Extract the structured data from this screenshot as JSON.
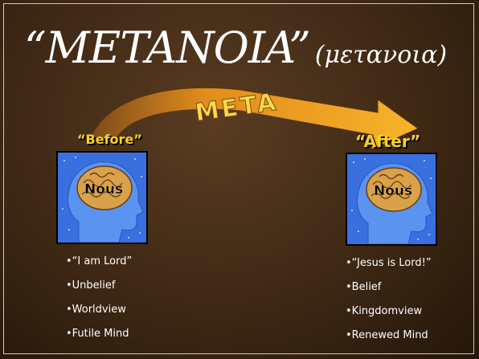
{
  "title": {
    "main": "“METANOIA”",
    "greek": "(μετανοια)"
  },
  "arrow_label": "META",
  "before": {
    "label": "“Before”",
    "brain_label": "Nous",
    "items": [
      "•“I am Lord”",
      "•Unbelief",
      "•Worldview",
      "•Futile Mind"
    ]
  },
  "after": {
    "label": "“After”",
    "brain_label": "Nous",
    "items": [
      "•“Jesus is Lord!”",
      "•Belief",
      "•Kingdomview",
      "•Renewed Mind"
    ]
  },
  "colors": {
    "background": "#3e2814",
    "arrow": "#f2a11e",
    "label": "#f6d02c",
    "headbox": "#3a6fe0",
    "brain": "#d9a24a"
  }
}
